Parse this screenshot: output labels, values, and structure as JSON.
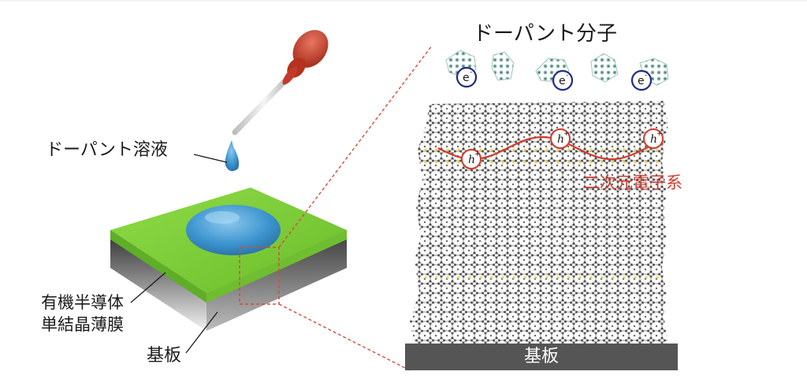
{
  "labels": {
    "dopant_molecule": "ドーパント分子",
    "dopant_solution": "ドーパント溶液",
    "organic_film_line1": "有機半導体",
    "organic_film_line2": "単結晶薄膜",
    "substrate_left": "基板",
    "substrate_right": "基板",
    "two_dim_electron_system": "二次元電子系"
  },
  "electron_badge": {
    "symbol": "e",
    "sup": "-"
  },
  "hole_badge": {
    "symbol": "h",
    "sup": "+"
  },
  "colors": {
    "film_green": "#7fce3a",
    "droplet_blue": "#3d95cf",
    "pipette_bulb": "#c43a2a",
    "electron_ring": "#1f2a86",
    "hole_ring": "#d03a2c",
    "substrate_gray": "#555555",
    "zoom_line": "#d84b3a",
    "highlight_dots": "#f1d84a"
  },
  "icons": [
    "pipette-icon",
    "dopant-molecule-icon",
    "electron-icon",
    "hole-icon"
  ]
}
